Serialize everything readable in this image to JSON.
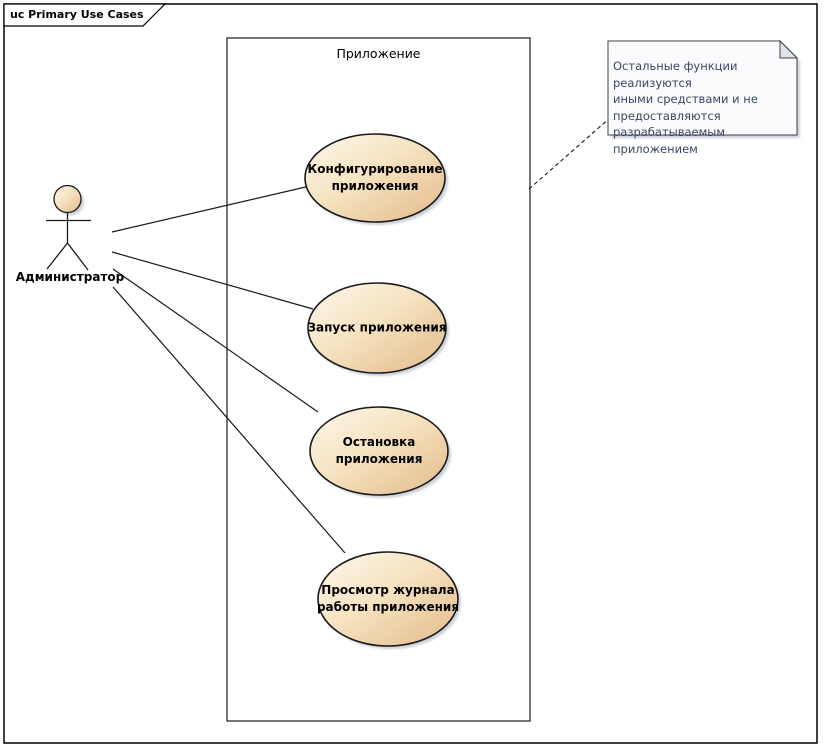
{
  "frame": {
    "label": "uc Primary Use Cases"
  },
  "boundary": {
    "label": "Приложение"
  },
  "actor": {
    "label": "Администратор"
  },
  "use_cases": [
    {
      "label": "Конфигурирование\nприложения"
    },
    {
      "label": "Запуск приложения"
    },
    {
      "label": "Остановка\nприложения"
    },
    {
      "label": "Просмотр журнала\nработы приложения"
    }
  ],
  "note": {
    "text": "Остальные функции реализуются\nиными средствами и не\nпредоставляются\nразрабатываемым приложением"
  },
  "colors": {
    "ellipse_gradient_light": "#fdf8ec",
    "ellipse_gradient_mid": "#f6e3c1",
    "ellipse_gradient_dark": "#e2ba89",
    "shape_stroke": "#1a1a1a",
    "shadow": "#b1bac6",
    "note_fill": "#fbfbfd",
    "note_fold": "#dfe3ea",
    "note_text": "#3a4763",
    "background": "#ffffff"
  }
}
